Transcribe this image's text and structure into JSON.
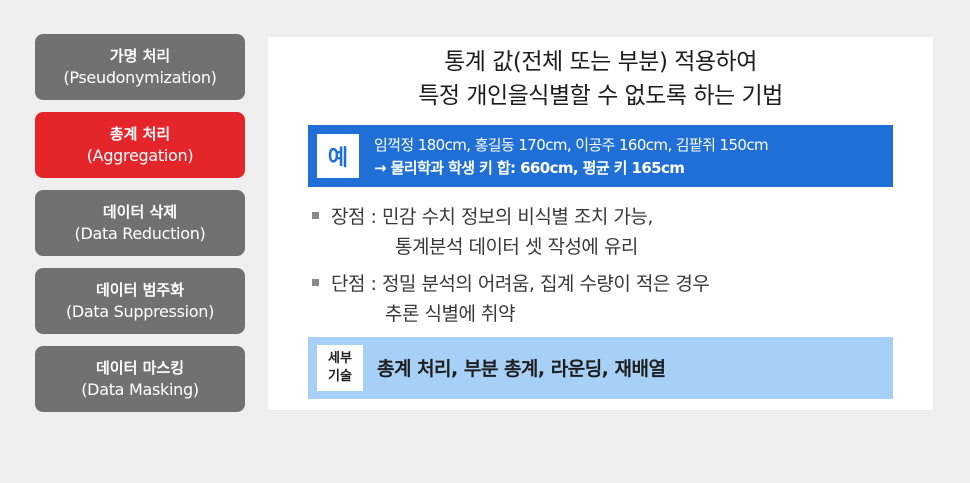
{
  "sidebar": {
    "items": [
      {
        "ko": "가명 처리",
        "en": "(Pseudonymization)",
        "active": false
      },
      {
        "ko": "총계 처리",
        "en": "(Aggregation)",
        "active": true
      },
      {
        "ko": "데이터 삭제",
        "en": "(Data Reduction)",
        "active": false
      },
      {
        "ko": "데이터 범주화",
        "en": "(Data Suppression)",
        "active": false
      },
      {
        "ko": "데이터 마스킹",
        "en": "(Data Masking)",
        "active": false
      }
    ]
  },
  "main": {
    "headline_line1": "통계 값(전체 또는 부분) 적용하여",
    "headline_line2": "특정 개인을식별할 수 없도록 하는 기법",
    "example": {
      "badge": "예",
      "line1": "임꺽정 180cm, 홍길동 170cm, 이공주 160cm, 김팥쥐 150cm",
      "line2": "→ 물리학과 학생 키 합: 660cm, 평균 키 165cm"
    },
    "pros": {
      "label": "장점 : 민감 수치 정보의 비식별 조치 가능,",
      "cont": "통계분석 데이터 셋 작성에 유리"
    },
    "cons": {
      "label": "단점 : 정밀 분석의 어려움, 집계 수량이 적은 경우",
      "cont": "추론 식별에 취약"
    },
    "detail": {
      "badge_line1": "세부",
      "badge_line2": "기술",
      "text": "총계 처리, 부분 총계, 라운딩, 재배열"
    }
  },
  "colors": {
    "active": "#e4262b",
    "inactive": "#717171",
    "example_bg": "#1f6fd6",
    "detail_bg": "#a7d0f7"
  }
}
